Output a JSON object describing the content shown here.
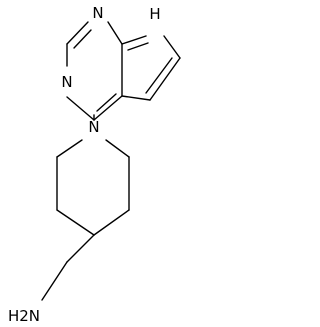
{
  "molecule": {
    "atoms": {
      "n1": "N",
      "n3": "N",
      "nh": "H",
      "n_pip": "N",
      "amine": "H2N"
    }
  },
  "colors": {
    "bond": "#000000",
    "label": "#000000",
    "background": "#ffffff"
  }
}
